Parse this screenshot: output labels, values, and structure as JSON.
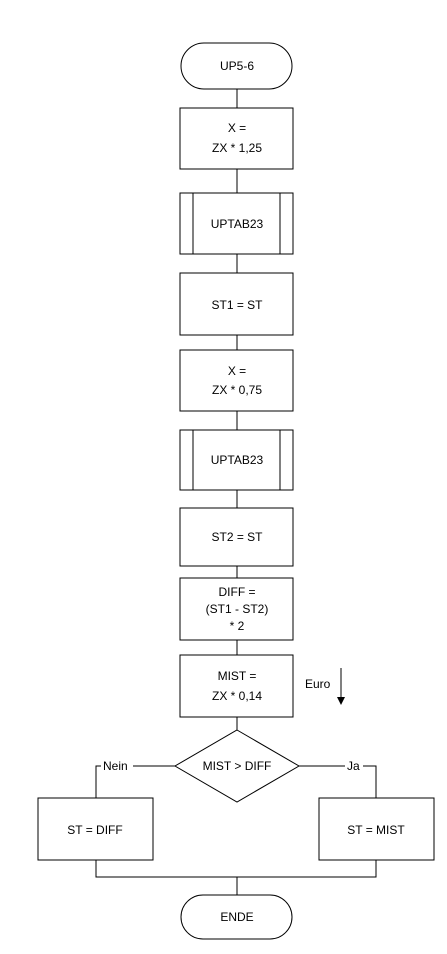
{
  "flowchart": {
    "start": {
      "label": "UP5-6"
    },
    "x_125": {
      "line1": "X =",
      "line2": "ZX * 1,25"
    },
    "uptab23_first": {
      "label": "UPTAB23"
    },
    "st1_assign": {
      "label": "ST1 = ST"
    },
    "x_075": {
      "line1": "X =",
      "line2": "ZX * 0,75"
    },
    "uptab23_second": {
      "label": "UPTAB23"
    },
    "st2_assign": {
      "label": "ST2 = ST"
    },
    "diff_calc": {
      "line1": "DIFF =",
      "line2": "(ST1 - ST2)",
      "line3": "* 2"
    },
    "mist_calc": {
      "line1": "MIST =",
      "line2": "ZX * 0,14"
    },
    "unit_note": {
      "label": "Euro"
    },
    "decision": {
      "label": "MIST > DIFF"
    },
    "branch_no": {
      "label": "Nein"
    },
    "branch_yes": {
      "label": "Ja"
    },
    "no_action": {
      "label": "ST = DIFF"
    },
    "yes_action": {
      "label": "ST = MIST"
    },
    "end": {
      "label": "ENDE"
    }
  }
}
